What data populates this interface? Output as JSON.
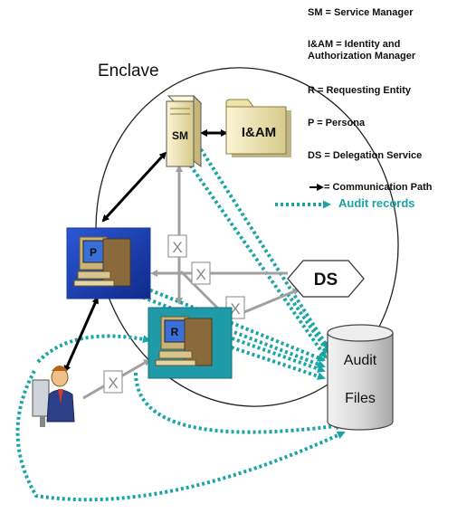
{
  "legend": {
    "sm": "SM = Service Manager",
    "iam_line1": "I&AM = Identity and",
    "iam_line2": "Authorization Manager",
    "r": "R = Requesting Entity",
    "p": "P = Persona",
    "ds": "DS = Delegation Service",
    "comm": "= Communication Path",
    "audit": "Audit records"
  },
  "diagram": {
    "enclave_label": "Enclave",
    "sm_label": "SM",
    "iam_label": "I&AM",
    "ds_label": "DS",
    "p_label": "P",
    "r_label": "R",
    "audit_line1": "Audit",
    "audit_line2": "Files",
    "blocked_marker": "X"
  },
  "colors": {
    "audit_path": "#1aa5a5",
    "comm_path": "#000000",
    "blocked_path": "#a0a0a0",
    "server_fill": "#f7efc4",
    "folder_fill": "#f3ecbf",
    "screen_fill": "#1f3fae",
    "cylinder_fill": "#d8d8d8"
  },
  "icons": [
    "server-icon",
    "folder-icon",
    "computer-icon",
    "user-icon",
    "cylinder-icon"
  ]
}
